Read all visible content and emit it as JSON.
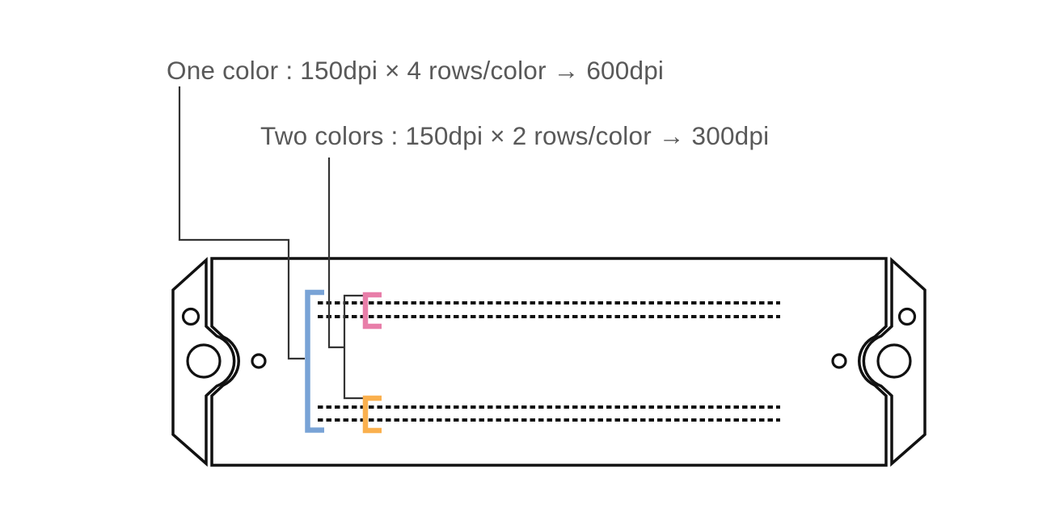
{
  "annotations": {
    "one_color": {
      "text": "One color : 150dpi × 4 rows/color → 600dpi"
    },
    "two_colors": {
      "text": "Two colors : 150dpi × 2 rows/color → 300dpi"
    }
  },
  "colors": {
    "annotation_text": "#595959",
    "outline": "#111111",
    "leader_line": "#333333",
    "nozzle_row_dots": "#111111",
    "one_color_bracket": "#79A3D6",
    "two_colors_top_bracket": "#E87EA9",
    "two_colors_bottom_bracket": "#FAB04E"
  },
  "diagram": {
    "type": "printhead-nozzle-rows",
    "nozzle_row_count": 4,
    "groups": [
      {
        "name": "one-color",
        "rows": [
          1,
          2,
          3,
          4
        ]
      },
      {
        "name": "two-colors-first-color",
        "rows": [
          1,
          2
        ]
      },
      {
        "name": "two-colors-second-color",
        "rows": [
          3,
          4
        ]
      }
    ]
  }
}
